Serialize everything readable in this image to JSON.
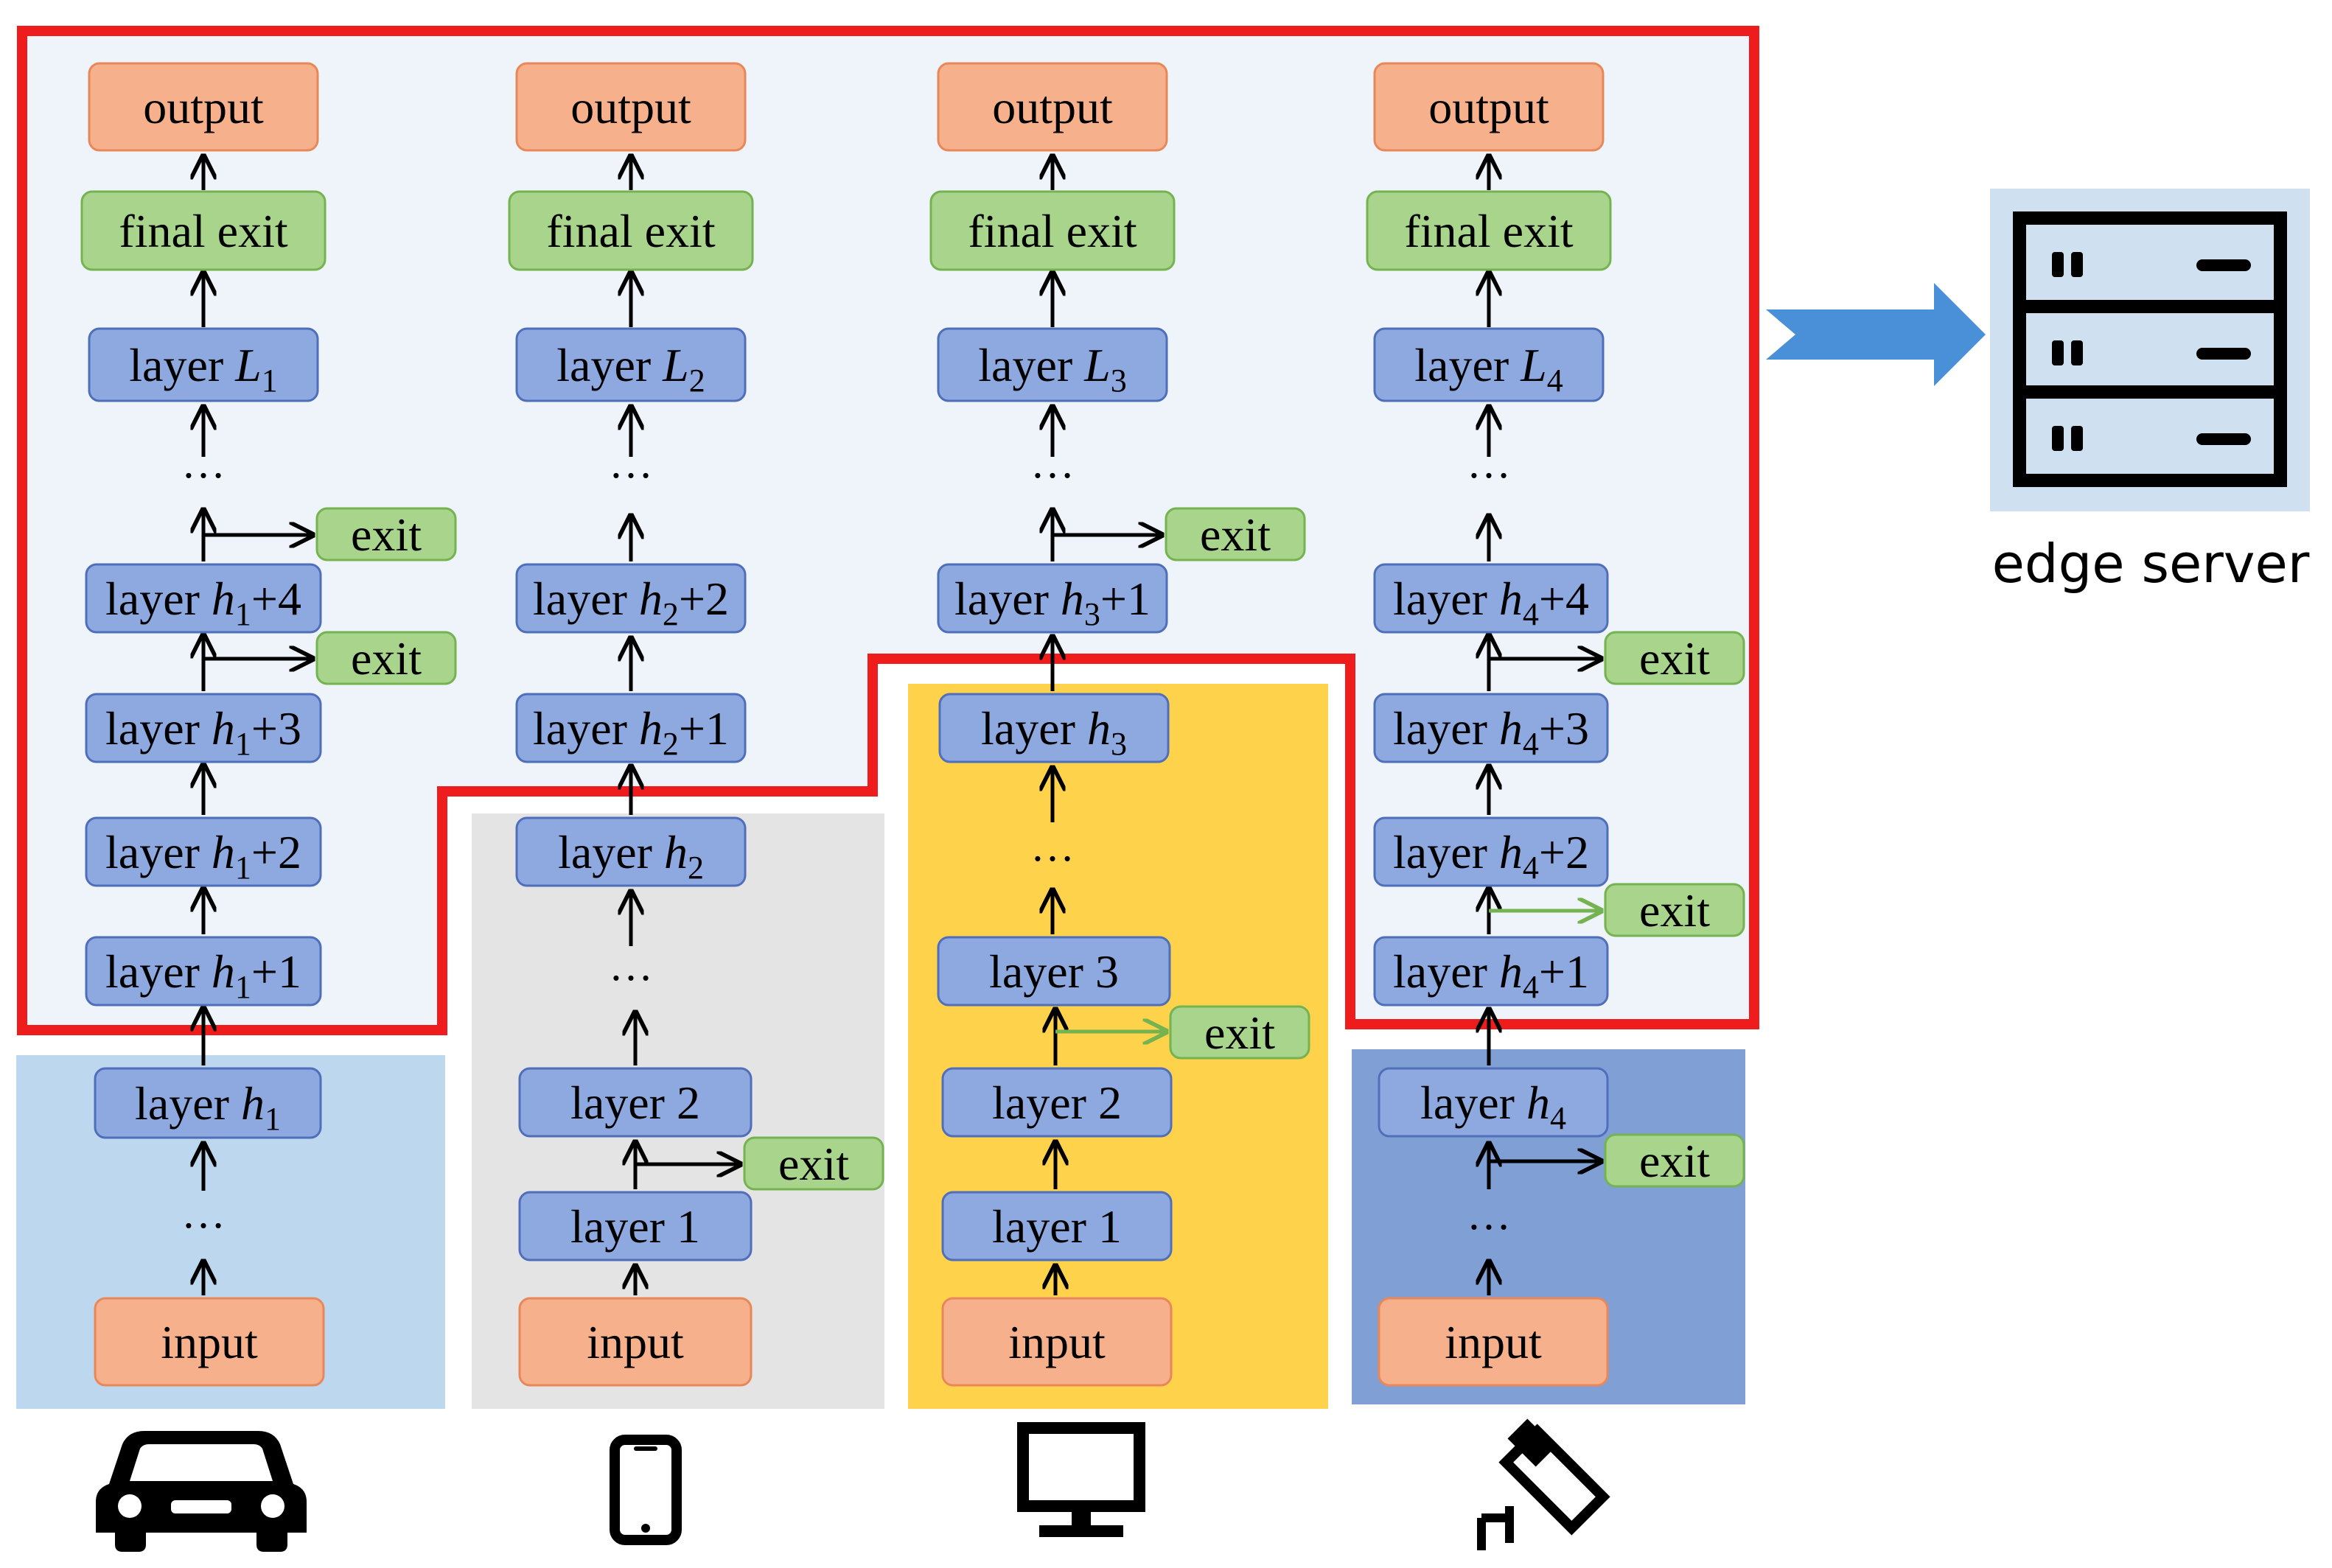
{
  "boxes": {
    "output": "output",
    "final_exit": "final exit",
    "exit": "exit",
    "input": "input",
    "ellipsis": "…",
    "layer_prefix": "layer"
  },
  "devices": [
    {
      "name": "car",
      "icon": "car-icon",
      "region_color": "#bdd7ee",
      "final_layer": {
        "var": "L",
        "sub": "1"
      },
      "upper_layers": [
        {
          "var": "h",
          "sub": "1",
          "suffix": "+4"
        },
        {
          "var": "h",
          "sub": "1",
          "suffix": "+3"
        },
        {
          "var": "h",
          "sub": "1",
          "suffix": "+2"
        },
        {
          "var": "h",
          "sub": "1",
          "suffix": "+1"
        }
      ],
      "lower_layers": [
        {
          "var": "h",
          "sub": "1",
          "suffix": ""
        }
      ]
    },
    {
      "name": "smartphone",
      "icon": "smartphone-icon",
      "region_color": "#e4e4e4",
      "final_layer": {
        "var": "L",
        "sub": "2"
      },
      "upper_layers": [
        {
          "var": "h",
          "sub": "2",
          "suffix": "+2"
        },
        {
          "var": "h",
          "sub": "2",
          "suffix": "+1"
        }
      ],
      "lower_layers": [
        {
          "var": "h",
          "sub": "2",
          "suffix": ""
        },
        {
          "text": "layer 2"
        },
        {
          "text": "layer 1"
        }
      ]
    },
    {
      "name": "computer",
      "icon": "monitor-icon",
      "region_color": "#ffd24c",
      "final_layer": {
        "var": "L",
        "sub": "3"
      },
      "upper_layers": [
        {
          "var": "h",
          "sub": "3",
          "suffix": "+1"
        }
      ],
      "lower_layers": [
        {
          "var": "h",
          "sub": "3",
          "suffix": ""
        },
        {
          "text": "layer 3"
        },
        {
          "text": "layer 2"
        },
        {
          "text": "layer 1"
        }
      ]
    },
    {
      "name": "camera",
      "icon": "camera-icon",
      "region_color": "#7f9fd5",
      "final_layer": {
        "var": "L",
        "sub": "4"
      },
      "upper_layers": [
        {
          "var": "h",
          "sub": "4",
          "suffix": "+4"
        },
        {
          "var": "h",
          "sub": "4",
          "suffix": "+3"
        },
        {
          "var": "h",
          "sub": "4",
          "suffix": "+2"
        },
        {
          "var": "h",
          "sub": "4",
          "suffix": "+1"
        }
      ],
      "lower_layers": [
        {
          "var": "h",
          "sub": "4",
          "suffix": ""
        }
      ]
    }
  ],
  "edge_server": {
    "label": "edge server",
    "icon": "server-icon"
  },
  "colors": {
    "output_fill": "#f6b08c",
    "output_stroke": "#e8885a",
    "exit_fill": "#a9d48b",
    "exit_stroke": "#74b34f",
    "layer_fill": "#8ea9e0",
    "layer_stroke": "#4f6fba",
    "offload_region": "#eef4fa",
    "offload_border": "#ee1c1c",
    "arrow_blue": "#4a90d9"
  }
}
